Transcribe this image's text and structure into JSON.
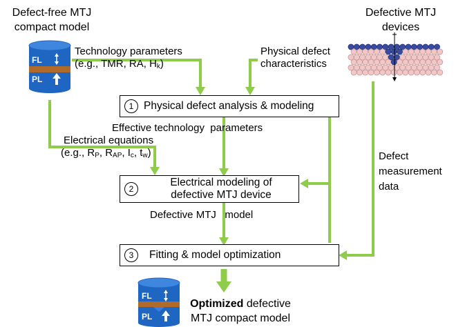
{
  "title_left_line1": "Defect-free MTJ",
  "title_left_line2": "compact model",
  "title_right_line1": "Defective MTJ",
  "title_right_line2": "devices",
  "db_top": {
    "fl": "FL",
    "pl": "PL"
  },
  "db_bottom": {
    "fl": "FL",
    "pl": "PL"
  },
  "tech_params": {
    "line1": "Technology parameters",
    "line2_prefix": "(e.g., TMR, RA, H",
    "line2_sub": "k",
    "line2_suffix": ")"
  },
  "phys_defect": {
    "line1": "Physical defect",
    "line2": "characteristics"
  },
  "box1": {
    "num": "1",
    "label": "Physical defect analysis & modeling"
  },
  "eff_params": "Effective technology  parameters",
  "elec_eq": {
    "line1": "Electrical equations",
    "p1": "(e.g., R",
    "s1": "P",
    "p2": ", R",
    "s2": "AP",
    "p3": ", I",
    "s3": "c",
    "p4": ", t",
    "s4": "w",
    "p5": ")"
  },
  "box2": {
    "num": "2",
    "line1": "Electrical modeling of",
    "line2": "defective MTJ device"
  },
  "defect_meas": {
    "line1": "Defect",
    "line2": "measurement",
    "line3": "data"
  },
  "defective_model": "Defective MTJ   model",
  "box3": {
    "num": "3",
    "label": "Fitting & model optimization"
  },
  "output": {
    "bold": "Optimized",
    "rest": " defective",
    "line2": "MTJ compact model"
  },
  "colors": {
    "arrow": "#8fcc4c",
    "db_blue": "#1f66c2",
    "db_brown": "#b06a2a",
    "atom": "#f1c7c7",
    "atom_dark": "#3a4a9c"
  }
}
